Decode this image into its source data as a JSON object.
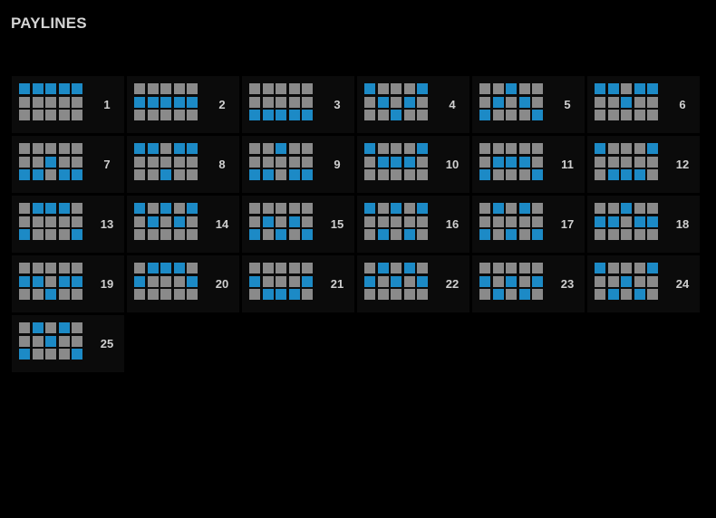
{
  "title": "PAYLINES",
  "colors": {
    "active": "#1c8ac6",
    "inactive": "#8a8a8a",
    "card": "#0b0b0b",
    "background": "#000000"
  },
  "paylines": [
    {
      "number": "1",
      "rows": [
        0,
        0,
        0,
        0,
        0
      ]
    },
    {
      "number": "2",
      "rows": [
        1,
        1,
        1,
        1,
        1
      ]
    },
    {
      "number": "3",
      "rows": [
        2,
        2,
        2,
        2,
        2
      ]
    },
    {
      "number": "4",
      "rows": [
        0,
        1,
        2,
        1,
        0
      ]
    },
    {
      "number": "5",
      "rows": [
        2,
        1,
        0,
        1,
        2
      ]
    },
    {
      "number": "6",
      "rows": [
        0,
        0,
        1,
        0,
        0
      ]
    },
    {
      "number": "7",
      "rows": [
        2,
        2,
        1,
        2,
        2
      ]
    },
    {
      "number": "8",
      "rows": [
        0,
        0,
        2,
        0,
        0
      ]
    },
    {
      "number": "9",
      "rows": [
        2,
        2,
        0,
        2,
        2
      ]
    },
    {
      "number": "10",
      "rows": [
        0,
        1,
        1,
        1,
        0
      ]
    },
    {
      "number": "11",
      "rows": [
        2,
        1,
        1,
        1,
        2
      ]
    },
    {
      "number": "12",
      "rows": [
        0,
        2,
        2,
        2,
        0
      ]
    },
    {
      "number": "13",
      "rows": [
        2,
        0,
        0,
        0,
        2
      ]
    },
    {
      "number": "14",
      "rows": [
        0,
        1,
        0,
        1,
        0
      ]
    },
    {
      "number": "15",
      "rows": [
        2,
        1,
        2,
        1,
        2
      ]
    },
    {
      "number": "16",
      "rows": [
        0,
        2,
        0,
        2,
        0
      ]
    },
    {
      "number": "17",
      "rows": [
        2,
        0,
        2,
        0,
        2
      ]
    },
    {
      "number": "18",
      "rows": [
        1,
        1,
        0,
        1,
        1
      ]
    },
    {
      "number": "19",
      "rows": [
        1,
        1,
        2,
        1,
        1
      ]
    },
    {
      "number": "20",
      "rows": [
        1,
        0,
        0,
        0,
        1
      ]
    },
    {
      "number": "21",
      "rows": [
        1,
        2,
        2,
        2,
        1
      ]
    },
    {
      "number": "22",
      "rows": [
        1,
        0,
        1,
        0,
        1
      ]
    },
    {
      "number": "23",
      "rows": [
        1,
        2,
        1,
        2,
        1
      ]
    },
    {
      "number": "24",
      "rows": [
        0,
        2,
        1,
        2,
        0
      ]
    },
    {
      "number": "25",
      "rows": [
        2,
        0,
        1,
        0,
        2
      ]
    }
  ]
}
